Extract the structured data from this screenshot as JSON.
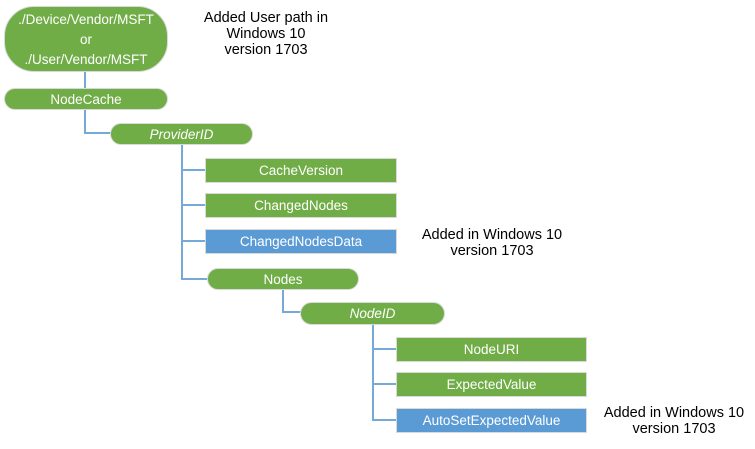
{
  "colors": {
    "green_fill": "#70AD47",
    "blue_fill": "#5B9BD5",
    "connector": "#74A9D8",
    "shape_border": "#D9D9D9",
    "shape_text": "#FFFFFF",
    "annotation_text": "#000000",
    "background": "#FFFFFF"
  },
  "tree": {
    "root": {
      "line1": "./Device/Vendor/MSFT",
      "line2": "or",
      "line3": "./User/Vendor/MSFT"
    },
    "node_cache": "NodeCache",
    "provider_id": "ProviderID",
    "cache_version": "CacheVersion",
    "changed_nodes": "ChangedNodes",
    "changed_nodes_data": "ChangedNodesData",
    "nodes": "Nodes",
    "node_id": "NodeID",
    "node_uri": "NodeURI",
    "expected_value": "ExpectedValue",
    "auto_set_expected_value": "AutoSetExpectedValue"
  },
  "annotations": {
    "user_path": {
      "line1": "Added User path in",
      "line2": "Windows 10",
      "line3": "version 1703"
    },
    "changed_nodes_data": {
      "line1": "Added in Windows 10",
      "line2": "version 1703"
    },
    "auto_set_expected_value": {
      "line1": "Added in Windows 10",
      "line2": "version 1703"
    }
  }
}
